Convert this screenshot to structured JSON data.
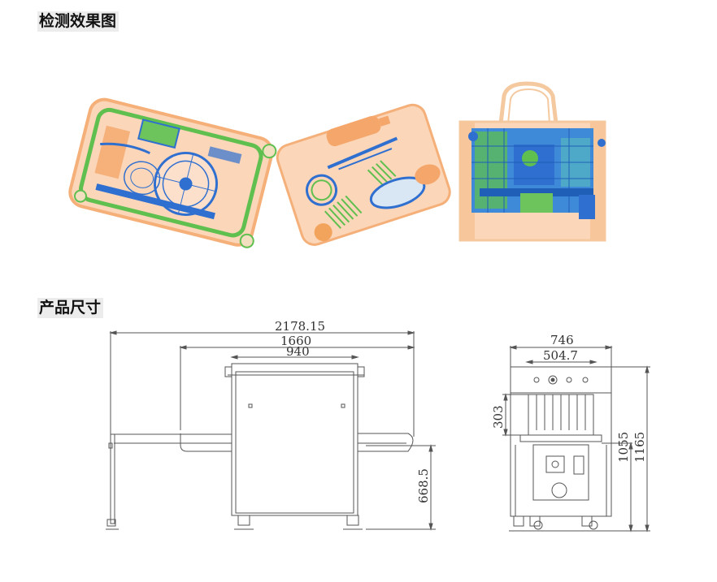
{
  "sections": {
    "effect_title": "检测效果图",
    "size_title": "产品尺寸"
  },
  "drawing": {
    "overall_length": "2178.15",
    "tunnel_conveyor_length": "1660",
    "body_length": "940",
    "conveyor_height": "668.5",
    "width": "746",
    "tunnel_width": "504.7",
    "tunnel_height": "303",
    "conveyor_top_height": "1055",
    "overall_height": "1165"
  },
  "colors": {
    "organic": "#f5b07a",
    "organic_light": "#fbd4b4",
    "inorganic": "#5fbf4f",
    "metal": "#2f6fd0",
    "line": "#555555"
  }
}
